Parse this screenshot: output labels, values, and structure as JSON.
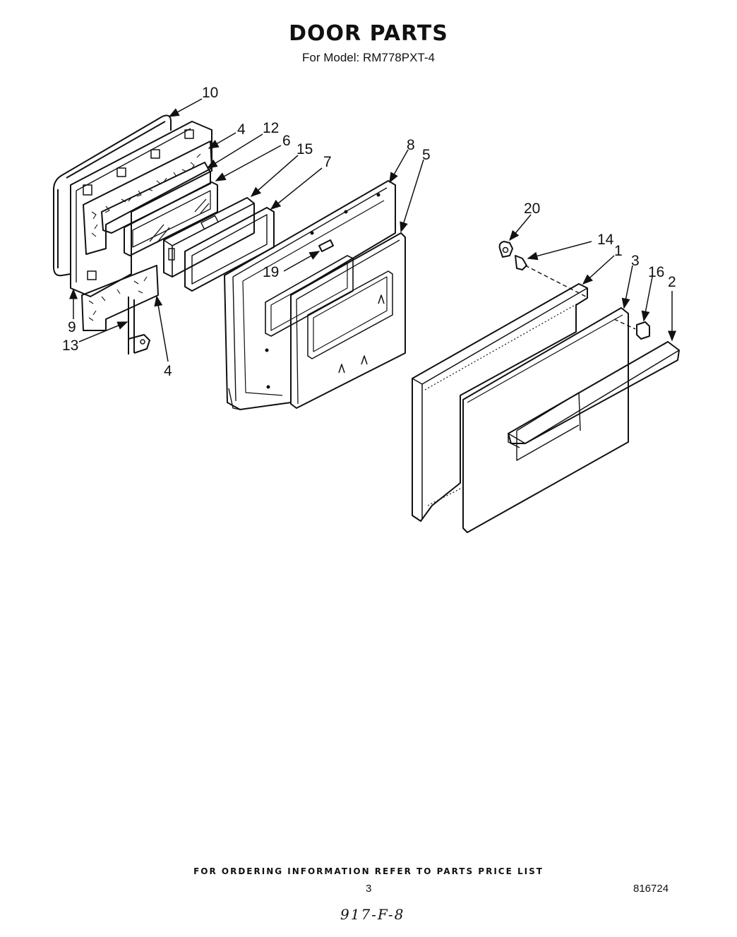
{
  "header": {
    "title": "DOOR PARTS",
    "model": "For Model: RM778PXT-4"
  },
  "callouts": {
    "c10": "10",
    "c4a": "4",
    "c12": "12",
    "c6": "6",
    "c15": "15",
    "c7": "7",
    "c8": "8",
    "c5": "5",
    "c19": "19",
    "c9": "9",
    "c13": "13",
    "c4b": "4",
    "c20": "20",
    "c14": "14",
    "c1": "1",
    "c3": "3",
    "c16": "16",
    "c2": "2"
  },
  "footer": {
    "ordering_note": "FOR ORDERING INFORMATION REFER TO PARTS PRICE LIST",
    "page_number": "3",
    "part_number": "816724",
    "handwritten_note": "917-F-8"
  }
}
